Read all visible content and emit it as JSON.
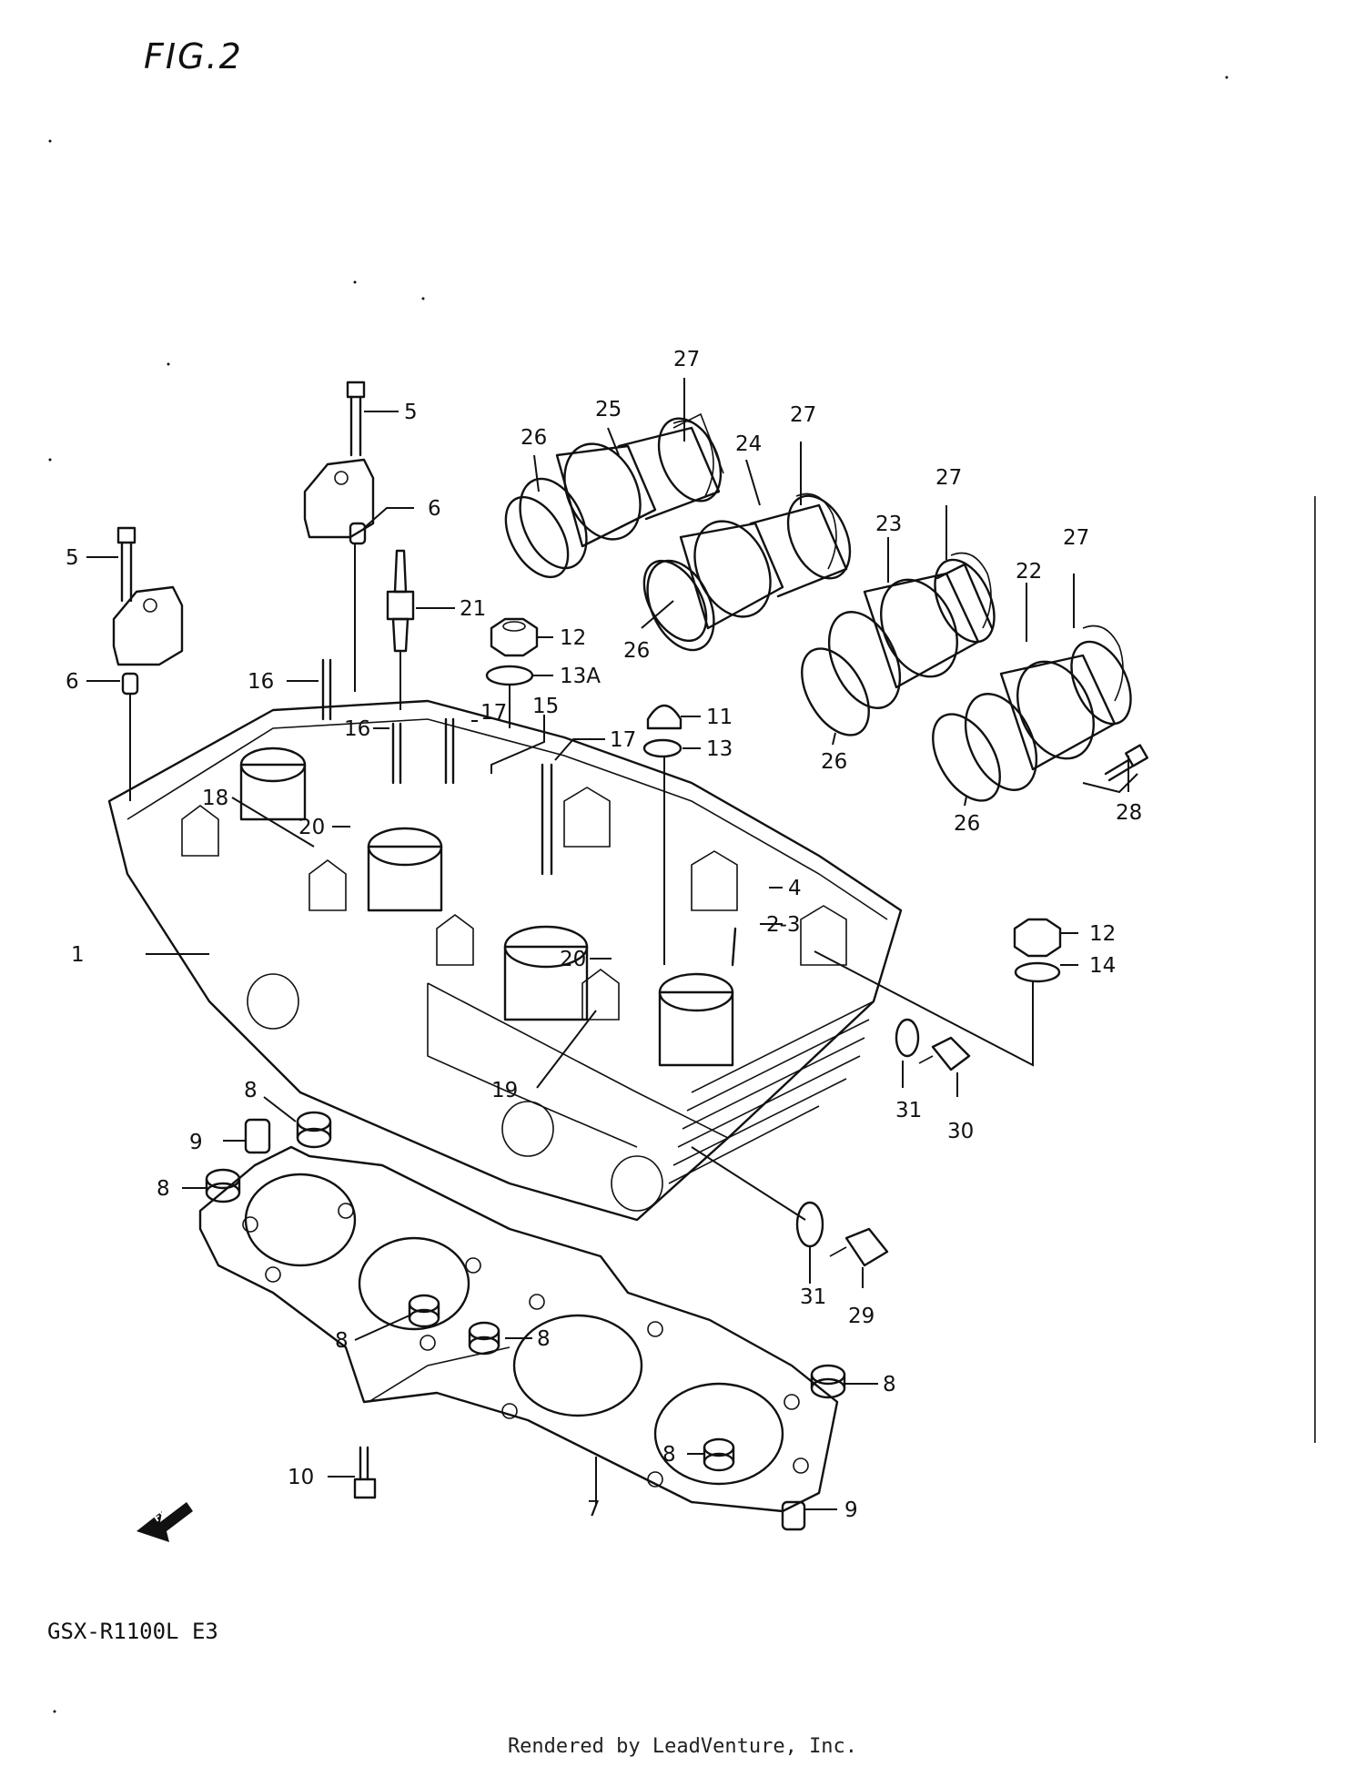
{
  "figure_title": "FIG.2",
  "model_code": "GSX-R1100L E3",
  "fwd_label": "FWD",
  "footer": "Rendered by LeadVenture, Inc.",
  "callouts": {
    "p1": "1",
    "p2_3": "2-3",
    "p4": "4",
    "p5a": "5",
    "p5b": "5",
    "p6a": "6",
    "p6b": "6",
    "p7": "7",
    "p8a": "8",
    "p8b": "8",
    "p8c": "8",
    "p8d": "8",
    "p8e": "8",
    "p8f": "8",
    "p9a": "9",
    "p9b": "9",
    "p10": "10",
    "p11": "11",
    "p12a": "12",
    "p12b": "12",
    "p13": "13",
    "p13a": "13A",
    "p14": "14",
    "p15": "15",
    "p16a": "16",
    "p16b": "16",
    "p17a": "17",
    "p17b": "17",
    "p18": "18",
    "p19": "19",
    "p20a": "20",
    "p20b": "20",
    "p21": "21",
    "p22": "22",
    "p23": "23",
    "p24": "24",
    "p25": "25",
    "p26a": "26",
    "p26b": "26",
    "p26c": "26",
    "p26d": "26",
    "p27a": "27",
    "p27b": "27",
    "p27c": "27",
    "p27d": "27",
    "p28": "28",
    "p29": "29",
    "p30": "30",
    "p31a": "31",
    "p31b": "31"
  }
}
